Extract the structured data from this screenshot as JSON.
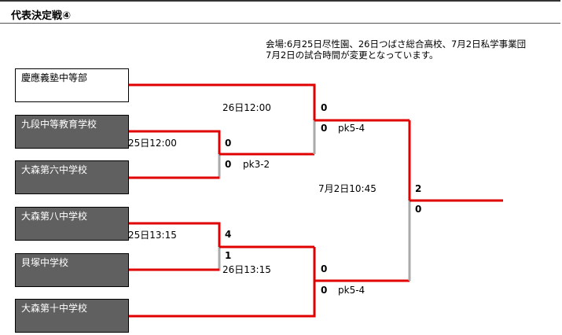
{
  "title": "代表決定戦④",
  "venue_line1": "会場:6月25日尽性園、26日つばさ総合高校、7月2日私学事業団",
  "venue_line2": "7月2日の試合時間が変更となっています。",
  "teams": [
    {
      "name": "慶應義塾中等部",
      "seeded": true
    },
    {
      "name": "九段中等教育学校",
      "seeded": false
    },
    {
      "name": "大森第六中学校",
      "seeded": false
    },
    {
      "name": "大森第八中学校",
      "seeded": false
    },
    {
      "name": "貝塚中学校",
      "seeded": false
    },
    {
      "name": "大森第十中学校",
      "seeded": false
    }
  ],
  "matches": {
    "m1": {
      "time": "25日12:00",
      "score_top": "0",
      "score_bottom": "0",
      "note": "pk3-2"
    },
    "m2": {
      "time": "25日13:15",
      "score_top": "4",
      "score_bottom": "1"
    },
    "m3": {
      "time": "26日12:00",
      "score_top": "0",
      "score_bottom": "0",
      "note": "pk5-4"
    },
    "m4": {
      "time": "26日13:15",
      "score_top": "0",
      "score_bottom": "0",
      "note": "pk5-4"
    },
    "final": {
      "time": "7月2日10:45",
      "score_top": "2",
      "score_bottom": "0"
    }
  },
  "colors": {
    "winner_line": "#e00000",
    "loser_line": "#aaaaaa",
    "team_bg": "#606060"
  }
}
